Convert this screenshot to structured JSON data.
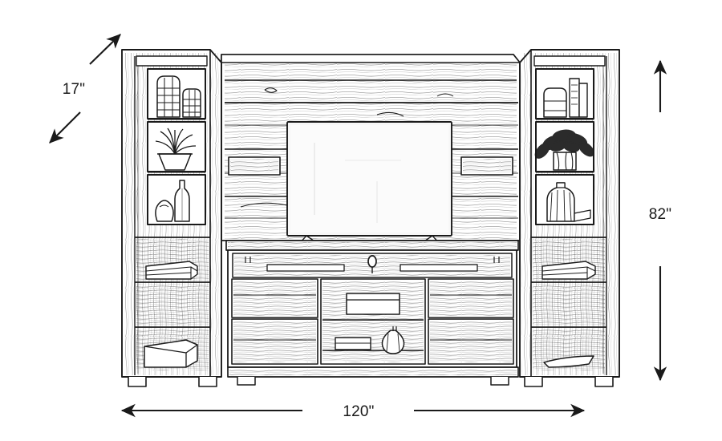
{
  "diagram": {
    "type": "furniture-dimension-drawing",
    "subject": "wall unit entertainment center",
    "style": "black and white line sketch",
    "background_color": "#ffffff",
    "line_color": "#1a1a1a"
  },
  "dimensions": {
    "width": {
      "label": "120\"",
      "value": 120,
      "unit": "inch",
      "axis": "horizontal",
      "placement": "bottom"
    },
    "height": {
      "label": "82\"",
      "value": 82,
      "unit": "inch",
      "axis": "vertical",
      "placement": "right"
    },
    "depth": {
      "label": "17\"",
      "value": 17,
      "unit": "inch",
      "axis": "diagonal",
      "placement": "upper-left"
    }
  },
  "components": {
    "left_pier": {
      "name": "Left bookcase pier",
      "open_shelves": [
        {
          "index": 1,
          "decor": [
            "lattice-vase",
            "tall-vase"
          ]
        },
        {
          "index": 2,
          "decor": [
            "potted-plant"
          ]
        },
        {
          "index": 3,
          "decor": [
            "round-vase",
            "bottle-vase"
          ]
        }
      ],
      "lower_shelves": [
        {
          "index": 4,
          "decor": [
            "stacked-books"
          ]
        },
        {
          "index": 5,
          "decor": []
        },
        {
          "index": 6,
          "decor": [
            "storage-box"
          ]
        }
      ]
    },
    "right_pier": {
      "name": "Right bookcase pier",
      "open_shelves": [
        {
          "index": 1,
          "decor": [
            "jar-vase",
            "books"
          ]
        },
        {
          "index": 2,
          "decor": [
            "leafy-plant"
          ]
        },
        {
          "index": 3,
          "decor": [
            "ribbed-ginger-jar",
            "small-box"
          ]
        }
      ],
      "lower_shelves": [
        {
          "index": 4,
          "decor": [
            "stacked-books"
          ]
        },
        {
          "index": 5,
          "decor": []
        },
        {
          "index": 6,
          "decor": [
            "shallow-tray"
          ]
        }
      ]
    },
    "center_panel": {
      "name": "TV back panel",
      "finish": "horizontal wood plank",
      "television": {
        "name": "flat screen TV",
        "stand": "splayed legs"
      }
    },
    "console": {
      "name": "media console",
      "top_drawer": {
        "knob": "round-knob",
        "pulls": 2
      },
      "left_drawers": 2,
      "right_drawers": 2,
      "center_opening": {
        "decor": [
          "storage-box",
          "gourd-vase",
          "book-stack"
        ]
      },
      "base": "notched plinth feet"
    }
  }
}
